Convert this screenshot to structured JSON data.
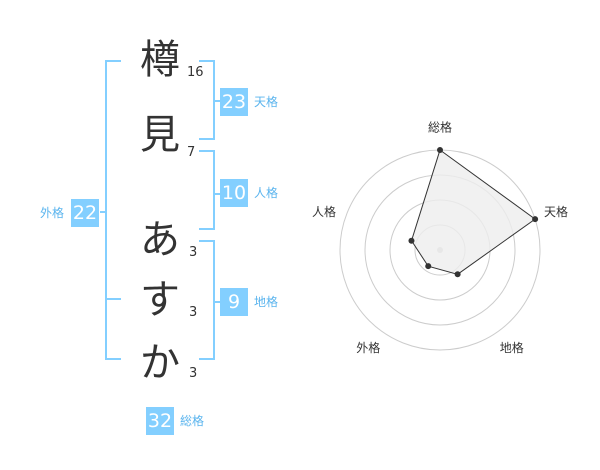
{
  "name": {
    "chars": [
      {
        "char": "樽",
        "strokes": "16"
      },
      {
        "char": "見",
        "strokes": "7"
      },
      {
        "char": "あ",
        "strokes": "3"
      },
      {
        "char": "す",
        "strokes": "3"
      },
      {
        "char": "か",
        "strokes": "3"
      }
    ]
  },
  "fortune": {
    "tenkaku": {
      "label": "天格",
      "value": "23"
    },
    "jinkaku": {
      "label": "人格",
      "value": "10"
    },
    "chikaku": {
      "label": "地格",
      "value": "9"
    },
    "gaikaku": {
      "label": "外格",
      "value": "22"
    },
    "soukaku": {
      "label": "総格",
      "value": "32"
    }
  },
  "chart_data": {
    "type": "radar",
    "axes": [
      "総格",
      "天格",
      "地格",
      "外格",
      "人格"
    ],
    "values": [
      1.0,
      1.0,
      0.3,
      0.2,
      0.3
    ],
    "rings": 4,
    "colors": {
      "line": "#333333",
      "fill": "#eeeeee",
      "ring": "#cccccc"
    }
  }
}
